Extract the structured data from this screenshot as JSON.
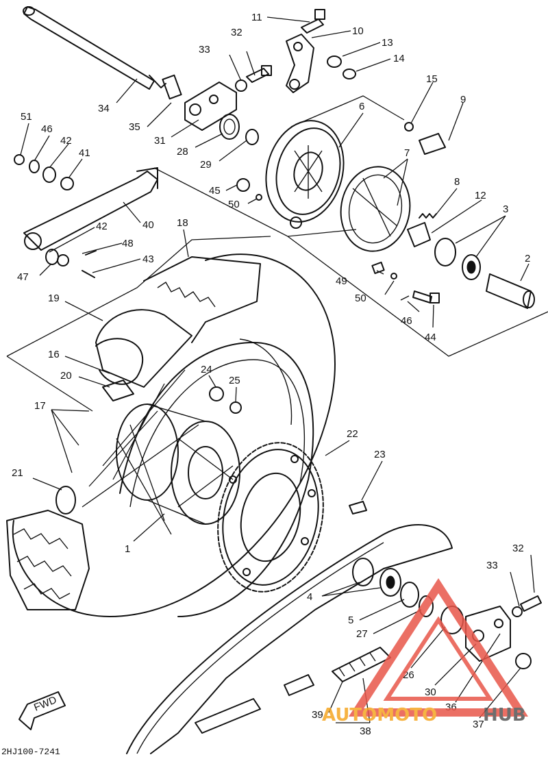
{
  "diagram": {
    "drawing_code": "2HJ100-7241",
    "direction_label": "FWD",
    "callouts": [
      "1",
      "2",
      "3",
      "4",
      "5",
      "6",
      "7",
      "8",
      "9",
      "10",
      "11",
      "12",
      "13",
      "14",
      "15",
      "16",
      "17",
      "18",
      "19",
      "20",
      "21",
      "22",
      "23",
      "24",
      "25",
      "26",
      "27",
      "28",
      "29",
      "30",
      "31",
      "32",
      "33",
      "34",
      "35",
      "36",
      "37",
      "38",
      "39",
      "40",
      "41",
      "42",
      "43",
      "44",
      "45",
      "46",
      "47",
      "48",
      "49",
      "50",
      "51"
    ]
  },
  "watermark": {
    "text_part1": "AUTOMOTO",
    "text_part2": "HUB",
    "colors": {
      "red": "#e8564a",
      "orange": "#f5a623",
      "gray": "#555555"
    }
  }
}
